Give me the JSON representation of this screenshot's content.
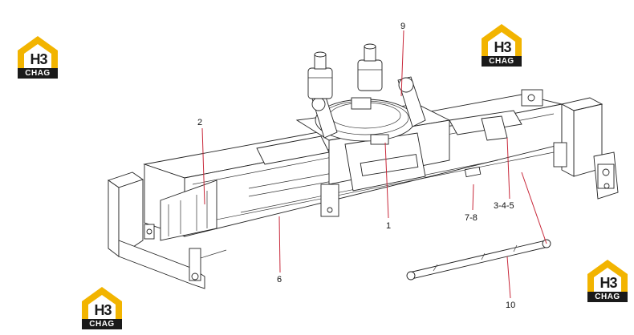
{
  "logos": [
    {
      "id": "logo-top-left",
      "top_text": "H3",
      "bottom_text": "CHAG",
      "accent": "#f2b400"
    },
    {
      "id": "logo-top-right",
      "top_text": "H3",
      "bottom_text": "CHAG",
      "accent": "#f2b400"
    },
    {
      "id": "logo-bottom-left",
      "top_text": "H3",
      "bottom_text": "CHAG",
      "accent": "#f2b400"
    },
    {
      "id": "logo-bottom-right",
      "top_text": "H3",
      "bottom_text": "CHAG",
      "accent": "#f2b400"
    }
  ],
  "callouts": {
    "c1": "1",
    "c2": "2",
    "c345": "3-4-5",
    "c6": "6",
    "c78": "7-8",
    "c9": "9",
    "c10": "10"
  },
  "colors": {
    "leader_line": "#c8283a",
    "drawing_line": "#222222",
    "logo_accent": "#f2b400",
    "logo_dark": "#1a1a1a"
  }
}
